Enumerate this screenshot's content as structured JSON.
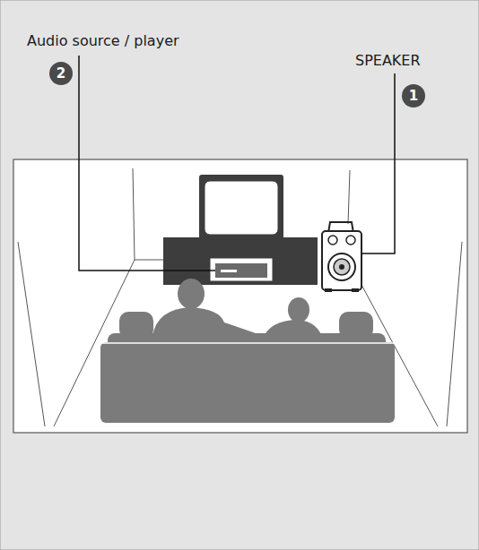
{
  "diagram": {
    "labels": [
      "Audio source / player",
      "2",
      "SPEAKER",
      "1"
    ]
  }
}
